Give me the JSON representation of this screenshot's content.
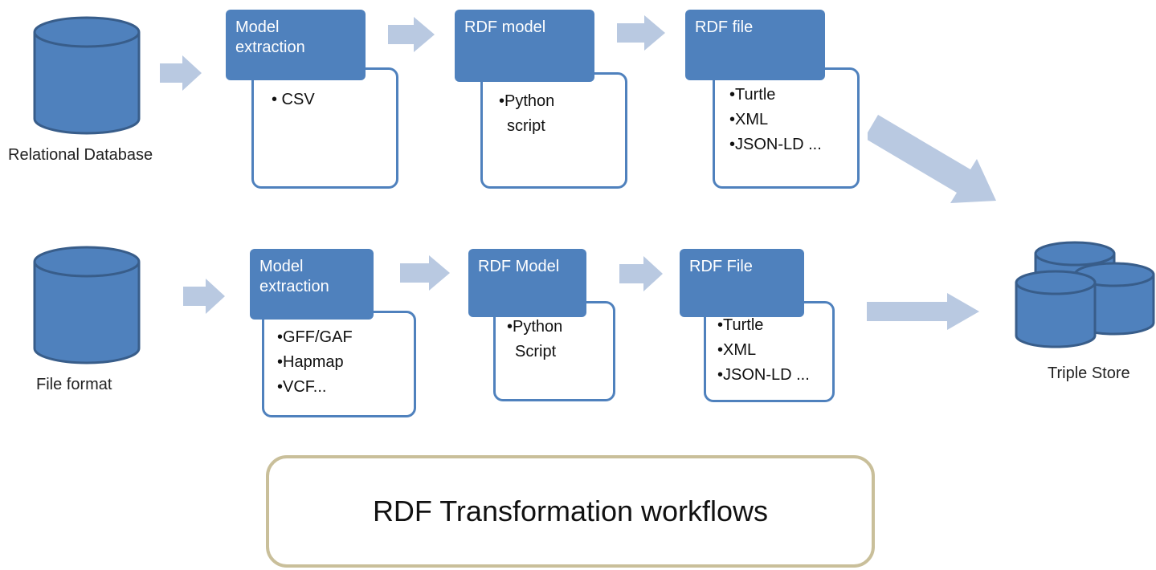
{
  "sources": {
    "relational_label": "Relational Database",
    "file_label": "File format"
  },
  "target": {
    "label": "Triple Store"
  },
  "row1": {
    "step1": {
      "title_line1": "Model",
      "title_line2": "extraction",
      "items": [
        "• CSV"
      ]
    },
    "step2": {
      "title": "RDF model",
      "items": [
        "•Python",
        "script"
      ]
    },
    "step3": {
      "title": "RDF file",
      "items": [
        "•Turtle",
        "•XML",
        "•JSON-LD ..."
      ]
    }
  },
  "row2": {
    "step1": {
      "title_line1": "Model",
      "title_line2": "extraction",
      "items": [
        "•GFF/GAF",
        "•Hapmap",
        "•VCF..."
      ]
    },
    "step2": {
      "title": "RDF Model",
      "items": [
        "•Python",
        "Script"
      ]
    },
    "step3": {
      "title": "RDF File",
      "items": [
        "•Turtle",
        "•XML",
        "•JSON-LD ..."
      ]
    }
  },
  "caption": "RDF Transformation workflows",
  "colors": {
    "node_fill": "#4f81bd",
    "node_stroke": "#385d8a",
    "arrow": "#b9c9e1",
    "caption_border": "#c9bf9a"
  }
}
